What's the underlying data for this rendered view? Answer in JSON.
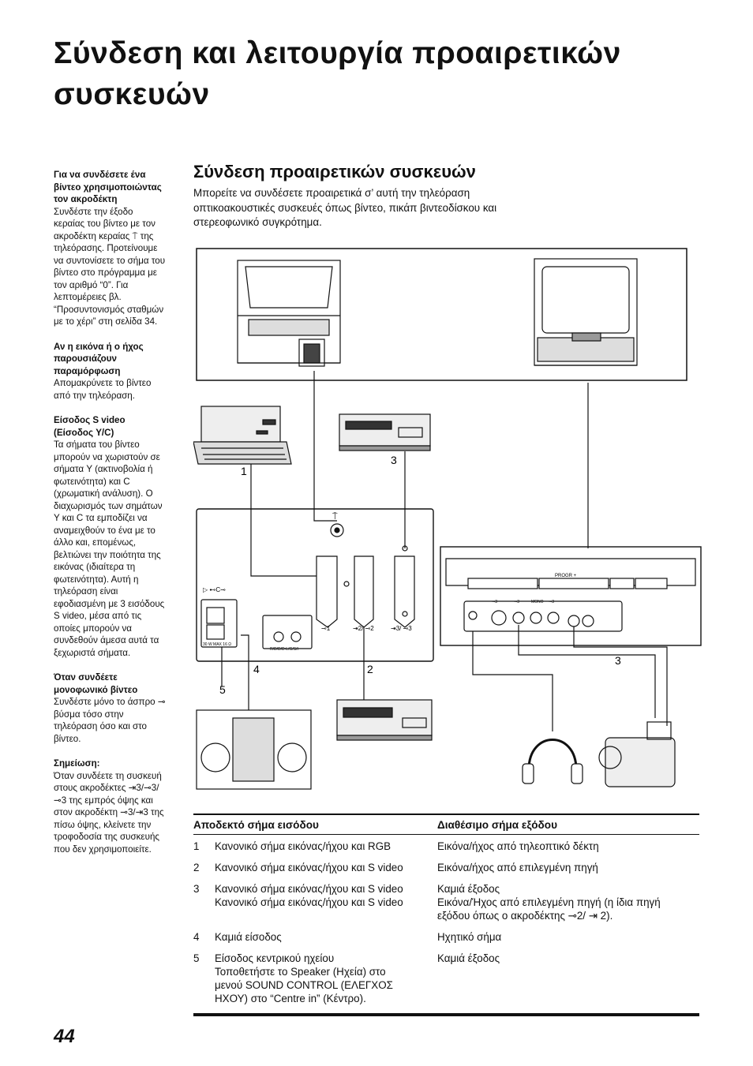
{
  "page": {
    "title_line1": "Σύνδεση και λειτουργία προαιρετικών",
    "title_line2": "συσκευών",
    "page_number": "44"
  },
  "sidebar": {
    "notes": [
      {
        "heading": "Για να συνδέσετε ένα βίντεο χρησιμοποιώντας τον ακροδέκτη",
        "text": "Συνδέστε την έξοδο κεραίας του βίντεο με τον ακροδέκτη κεραίας ⍑ της τηλεόρασης. Προτείνουμε να συντονίσετε το σήμα του βίντεο στο πρόγραμμα με τον αριθμό “0”. Για λεπτομέρειες βλ. “Προσυντονισμός σταθμών με το χέρι” στη σελίδα 34."
      },
      {
        "heading": "Αν η εικόνα ή ο ήχος παρουσιάζουν παραμόρφωση",
        "text": "Απομακρύνετε το βίντεο από την τηλεόραση."
      },
      {
        "heading": "Είσοδος S video (Είσοδος Y/C)",
        "text": "Τα σήματα του βίντεο μπορούν να χωριστούν σε σήματα Y (ακτινοβολία ή φωτεινότητα) και C (χρωματική ανάλυση). Ο διαχωρισμός των σημάτων Y και C τα εμποδίζει να αναμειχθούν το ένα με το άλλο και, επομένως, βελτιώνει την ποιότητα της εικόνας (ιδιαίτερα τη φωτεινότητα). Αυτή η τηλεόραση είναι εφοδιασμένη με 3 εισόδους S video, μέσα από τις οποίες μπορούν να συνδεθούν άμεσα αυτά τα ξεχωριστά σήματα."
      },
      {
        "heading": "Όταν συνδέετε μονοφωνικό βίντεο",
        "text": "Συνδέστε μόνο το άσπρο ⊸ βύσμα τόσο στην τηλεόραση όσο και στο βίντεο."
      },
      {
        "heading": "Σημείωση:",
        "text": "Όταν συνδέετε τη συσκευή στους ακροδέκτες ⇥3/⊸3/⊸3 της εμπρός όψης και στον ακροδέκτη ⊸3/⇥3 της πίσω όψης, κλείνετε την τροφοδοσία της συσκευής που δεν χρησιμοποιείτε."
      }
    ]
  },
  "section": {
    "title": "Σύνδεση προαιρετικών συσκευών",
    "intro": "Μπορείτε να συνδέσετε προαιρετικά σ’ αυτή την τηλεόραση οπτικοακουστικές συσκευές όπως βίντεο, πικάπ βιντεοδίσκου και στερεοφωνικό συγκρότημα."
  },
  "diagram": {
    "callouts": [
      "1",
      "3",
      "4",
      "2",
      "5",
      "3"
    ],
    "rear_panel": {
      "antenna_symbol": "⍑",
      "speaker_label": "▷ ⊷C⊸",
      "speaker_spec": "30 W  MAX 16 Ω",
      "audio_out_label": "R/D/D/D-L/G/S/I",
      "scart_labels": [
        "⊸1",
        "⇥2/ ⊸2",
        "⇥3/ ⊸3"
      ]
    },
    "front_panel": {
      "progr_label": "PROGR +",
      "mono_label": "MONO",
      "jack_labels": [
        "⊸3",
        "⊸3",
        "⊸3"
      ]
    }
  },
  "table": {
    "headers": {
      "input": "Αποδεκτό σήμα εισόδου",
      "output": "Διαθέσιμο σήμα εξόδου"
    },
    "rows": [
      {
        "num": "1",
        "input": [
          "Κανονικό σήμα εικόνας/ήχου και RGB"
        ],
        "output": [
          "Εικόνα/ήχος από τηλεοπτικό δέκτη"
        ]
      },
      {
        "num": "2",
        "input": [
          "Κανονικό σήμα εικόνας/ήχου και S video"
        ],
        "output": [
          "Εικόνα/ήχος από επιλεγμένη πηγή"
        ]
      },
      {
        "num": "3",
        "input": [
          "Κανονικό σήμα εικόνας/ήχου και S video",
          "Κανονικό σήμα εικόνας/ήχου και S video"
        ],
        "output": [
          "Καμιά έξοδος",
          "Εικόνα/Ήχος από επιλεγμένη πηγή (η ίδια πηγή",
          "εξόδου όπως ο ακροδέκτης ⊸2/ ⇥ 2)."
        ]
      },
      {
        "num": "4",
        "input": [
          "Καμιά είσοδος"
        ],
        "output": [
          "Ηχητικό σήμα"
        ]
      },
      {
        "num": "5",
        "input": [
          "Είσοδος κεντρικού ηχείου",
          "Τοποθετήστε το Speaker (Ηχεία) στο",
          "μενού SOUND CONTROL (ΕΛΕΓΧΟΣ",
          "ΗΧΟΥ) στο “Centre in” (Κέντρο)."
        ],
        "output": [
          "Καμιά έξοδος"
        ]
      }
    ]
  }
}
